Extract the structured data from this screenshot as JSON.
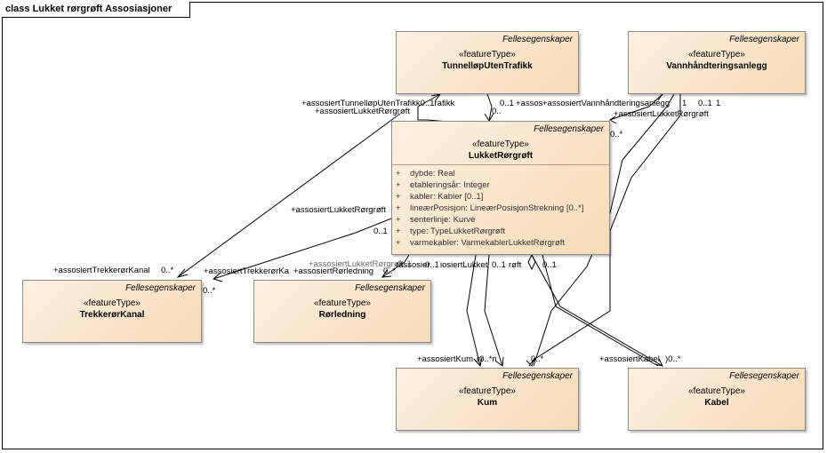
{
  "diagram": {
    "title": "class Lukket rørgrøft Assosiasjoner"
  },
  "classes": {
    "tunnel": {
      "package": "Fellesegenskaper",
      "stereotype": "«featureType»",
      "name": "TunnelløpUtenTrafikk"
    },
    "vann": {
      "package": "Fellesegenskaper",
      "stereotype": "«featureType»",
      "name": "Vannhåndteringsanlegg"
    },
    "lukket": {
      "package": "Fellesegenskaper",
      "stereotype": "«featureType»",
      "name": "LukketRørgrøft",
      "attributes": [
        {
          "vis": "+",
          "text": "dybde: Real"
        },
        {
          "vis": "+",
          "text": "etableringsår: Integer"
        },
        {
          "vis": "+",
          "text": "kabler: Kabler [0..1]"
        },
        {
          "vis": "+",
          "text": "lineærPosisjon: LineærPosisjonStrekning [0..*]"
        },
        {
          "vis": "+",
          "text": "senterlinje: Kurve"
        },
        {
          "vis": "+",
          "text": "type: TypeLukketRørgrøft"
        },
        {
          "vis": "+",
          "text": "varmekabler: VarmekablerLukketRørgrøft"
        }
      ]
    },
    "trekker": {
      "package": "Fellesegenskaper",
      "stereotype": "«featureType»",
      "name": "TrekkerørKanal"
    },
    "rorledning": {
      "package": "Fellesegenskaper",
      "stereotype": "«featureType»",
      "name": "Rørledning"
    },
    "kum": {
      "package": "Fellesegenskaper",
      "stereotype": "«featureType»",
      "name": "Kum"
    },
    "kabel": {
      "package": "Fellesegenskaper",
      "stereotype": "«featureType»",
      "name": "Kabel"
    }
  },
  "labels": {
    "l01": "+assosiertTunnelløpUtenTrafikk0..1rafikk",
    "l02": "0..1",
    "l03": "+assosiertLukketRørgrøft",
    "l04": "0..",
    "l05": "+assos",
    "l06": "+assosiertVannhåndteringsanlegg",
    "l07": "1",
    "l08": "0..1",
    "l09": "1",
    "l10": "+assosiertLukketRørgrøft",
    "l11": "0..*",
    "l12": "+assosiertLukketRørgrøft",
    "l13": "0..1",
    "l14": "+assosiertTrekkerørKanal",
    "l15": "0..*",
    "l16": "+assosiertTrekkerørKa",
    "l17": "0..*",
    "l18": "+assosiertRørledning",
    "l19": "0..*",
    "l20": "+assosiertLukketRørgrøft",
    "l21": "0..1",
    "l22": "rassosier",
    "l23": "0..1",
    "l24": "iosiertLukket",
    "l25": "0..1",
    "l26": "røft",
    "l27": "0..1",
    "l28": "+assosiertKum",
    "l29": "r0..*n",
    "l30": "0..*",
    "l31": "+assosiertKabel",
    "l32": ")0..*"
  },
  "colors": {
    "box_fill_light": "#fdf0e0",
    "box_fill_dark": "#f6dcb8",
    "border": "#8c8c8c",
    "line": "#000000"
  }
}
